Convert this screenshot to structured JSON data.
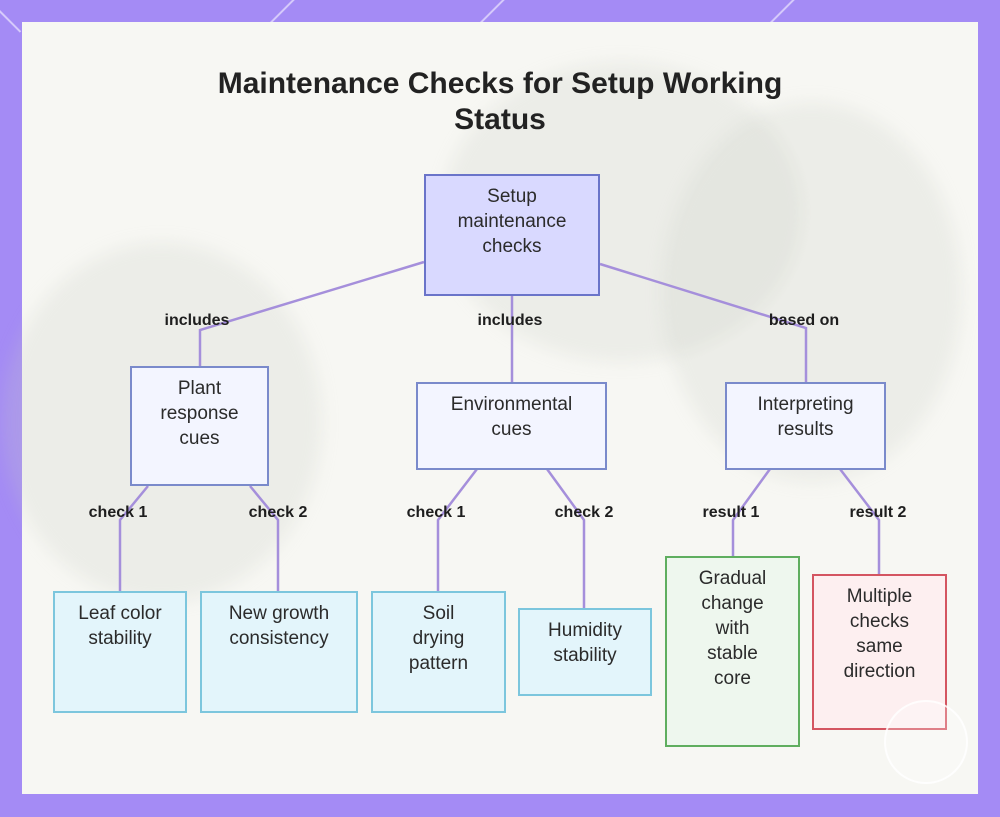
{
  "title": "Maintenance Checks for Setup Working Status",
  "nodes": {
    "root": "Setup maintenance checks",
    "plant": "Plant response cues",
    "env": "Environmental cues",
    "interp": "Interpreting results",
    "leaf_color": "Leaf color stability",
    "new_growth": "New growth consistency",
    "soil": "Soil drying pattern",
    "humidity": "Humidity stability",
    "gradual": "Gradual change with stable core",
    "multiple": "Multiple checks same direction"
  },
  "edge_labels": {
    "includes_1": "includes",
    "includes_2": "includes",
    "based_on": "based on",
    "check1_a": "check 1",
    "check2_a": "check 2",
    "check1_b": "check 1",
    "check2_b": "check 2",
    "result1": "result 1",
    "result2": "result 2"
  },
  "colors": {
    "edge": "#a58fdb",
    "root_fill": "#d9d9ff",
    "leaf_fill": "#e3f5fb",
    "green_border": "#5fae5f",
    "red_border": "#d45561"
  }
}
